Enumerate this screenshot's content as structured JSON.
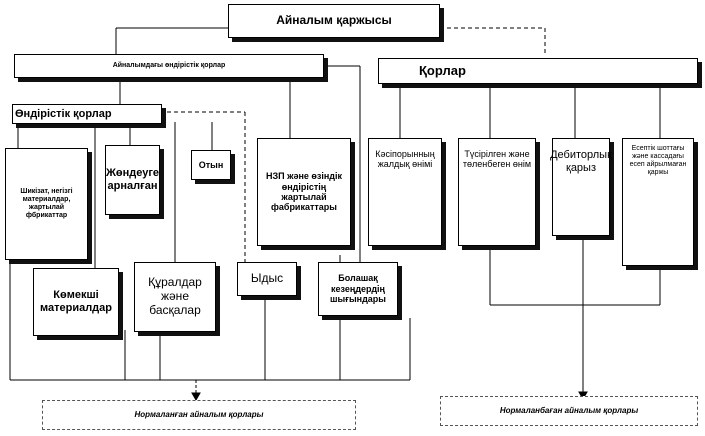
{
  "root": "Айналым қаржысы",
  "left_branch": {
    "title": "Айналымдағы өндірістік қорлар",
    "production_funds": {
      "title": "Өндірістік қорлар",
      "items": [
        "Шикізат, негізгі материалдар, жартылай фбрикаттар",
        "Көмекші материалдар",
        "Жөндеуге арналған",
        "Құралдар және басқалар",
        "Отын",
        "Ыдыс"
      ]
    },
    "wip": "НЗП және өзіндік өндірістің жартылай фабрикаттары",
    "future": "Болашақ кезеңдердің шығындары",
    "footer": "Нормаланған айналым қорлары"
  },
  "right_branch": {
    "title": "Қорлар",
    "items": [
      "Кәсіпорынның жалдық өнімі",
      "Түсірілген және төленбеген өнім",
      "Дебиторлық қарыз",
      "Есептік шоттағы және кассадағы есеп айрылмаған қаржы"
    ],
    "footer": "Нормаланбаған айналым қорлары"
  }
}
